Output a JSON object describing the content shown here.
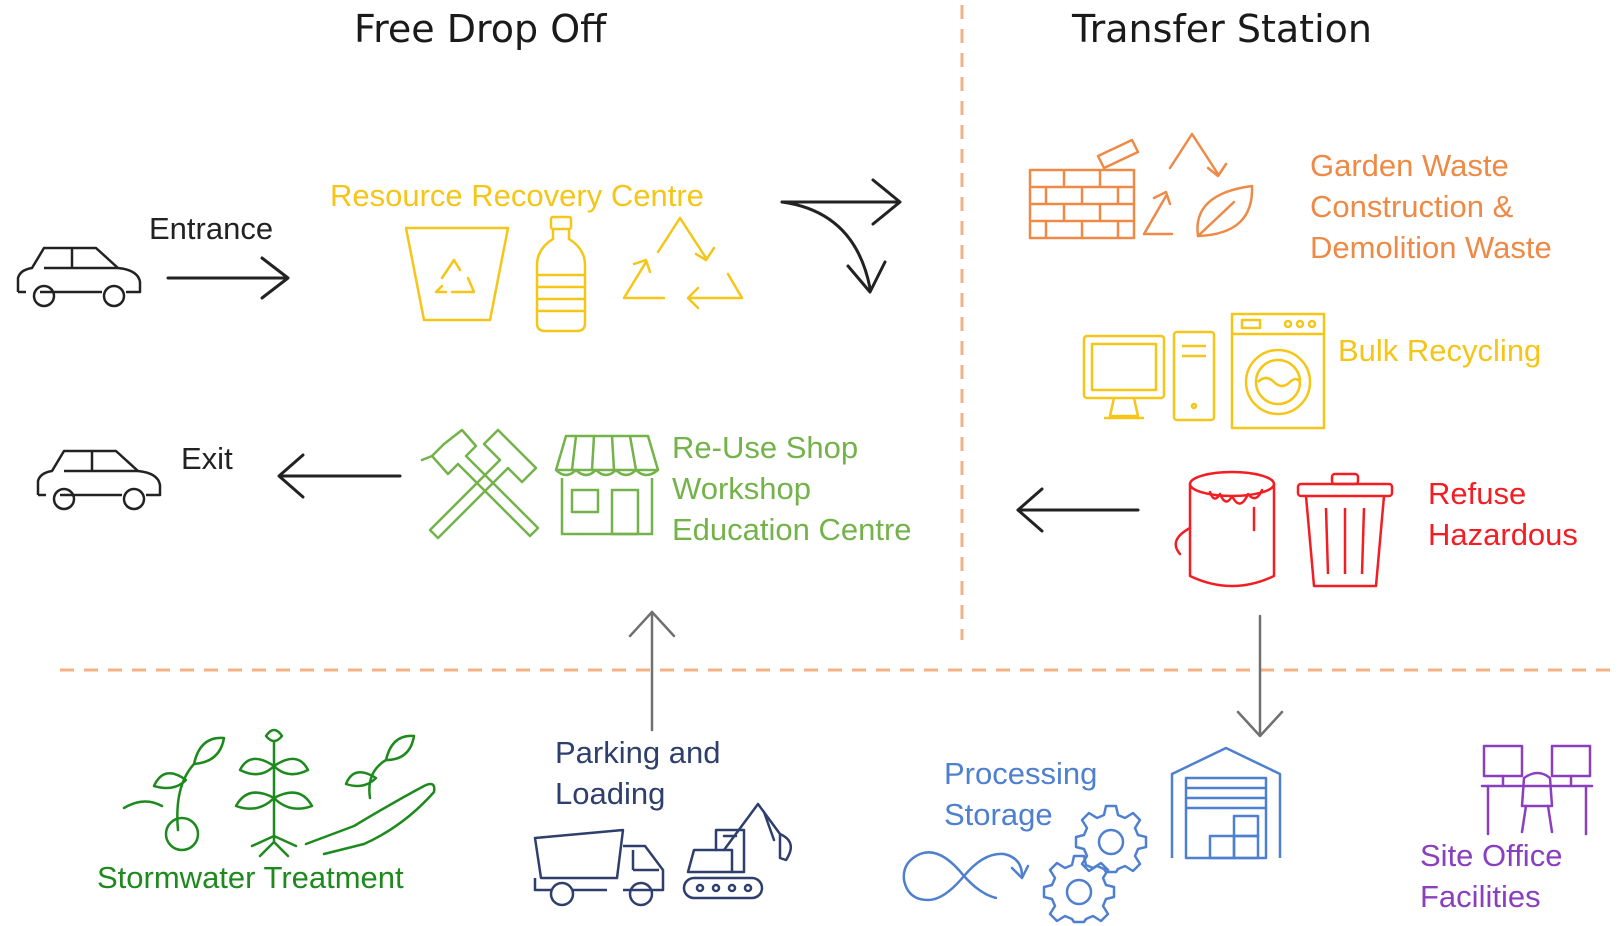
{
  "sections": {
    "free_drop_off": "Free Drop Off",
    "transfer_station": "Transfer Station"
  },
  "labels": {
    "entrance": "Entrance",
    "exit": "Exit",
    "resource_recovery": "Resource Recovery Centre",
    "reuse": [
      "Re-Use Shop",
      "Workshop",
      "Education Centre"
    ],
    "garden": [
      "Garden Waste",
      "Construction &",
      "Demolition Waste"
    ],
    "bulk": "Bulk Recycling",
    "refuse": [
      "Refuse",
      "Hazardous"
    ],
    "stormwater": "Stormwater Treatment",
    "parking": [
      "Parking and",
      "Loading"
    ],
    "processing": [
      "Processing",
      "Storage"
    ],
    "site_office": [
      "Site Office",
      "Facilities"
    ]
  },
  "colors": {
    "divider": "#f4b183",
    "yellow": "#f5c518",
    "orange": "#ee8a45",
    "green": "#74b24a",
    "red": "#f21e24",
    "dark_green": "#1e8a1e",
    "navy": "#2e3f6e",
    "blue": "#4f80cf",
    "purple": "#8a3fbf",
    "gray_arrow": "#707070"
  },
  "icons": [
    "car-icon",
    "recycling-bin-icon",
    "bottle-icon",
    "recycle-icon",
    "brick-wall-icon",
    "leaf-recycle-icon",
    "computer-icon",
    "washing-machine-icon",
    "paint-bucket-icon",
    "trash-can-icon",
    "hammer-icon",
    "shop-icon",
    "seedling-icon",
    "dump-truck-icon",
    "excavator-icon",
    "infinity-icon",
    "gear-icon",
    "warehouse-icon",
    "office-desk-icon"
  ]
}
